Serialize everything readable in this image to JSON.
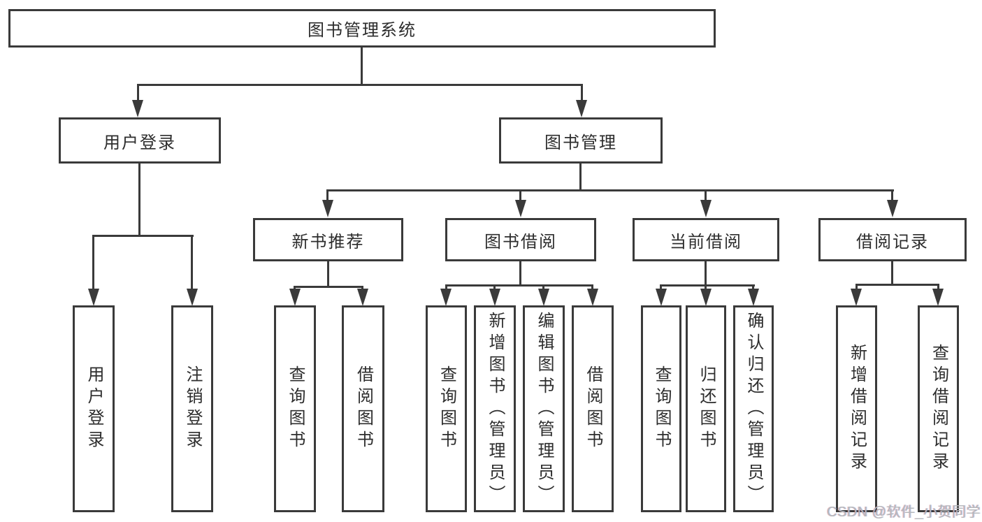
{
  "diagram": {
    "root": {
      "label": "图书管理系统"
    },
    "branches": [
      {
        "label": "用户登录",
        "children": [
          {
            "label": "用户登录"
          },
          {
            "label": "注销登录"
          }
        ]
      },
      {
        "label": "图书管理",
        "children": [
          {
            "label": "新书推荐",
            "children": [
              {
                "label": "查询图书"
              },
              {
                "label": "借阅图书"
              }
            ]
          },
          {
            "label": "图书借阅",
            "children": [
              {
                "label": "查询图书"
              },
              {
                "label": "新增图书（管理员）"
              },
              {
                "label": "编辑图书（管理员）"
              },
              {
                "label": "借阅图书"
              }
            ]
          },
          {
            "label": "当前借阅",
            "children": [
              {
                "label": "查询图书"
              },
              {
                "label": "归还图书"
              },
              {
                "label": "确认归还（管理员）"
              }
            ]
          },
          {
            "label": "借阅记录",
            "children": [
              {
                "label": "新增借阅记录"
              },
              {
                "label": "查询借阅记录"
              }
            ]
          }
        ]
      }
    ]
  },
  "watermark": {
    "text": "CSDN @软件_小贺同学"
  },
  "colors": {
    "line": "#3a3a3a",
    "text": "#2d2d2d",
    "watermark": "#b4b8bc",
    "background": "#ffffff"
  }
}
